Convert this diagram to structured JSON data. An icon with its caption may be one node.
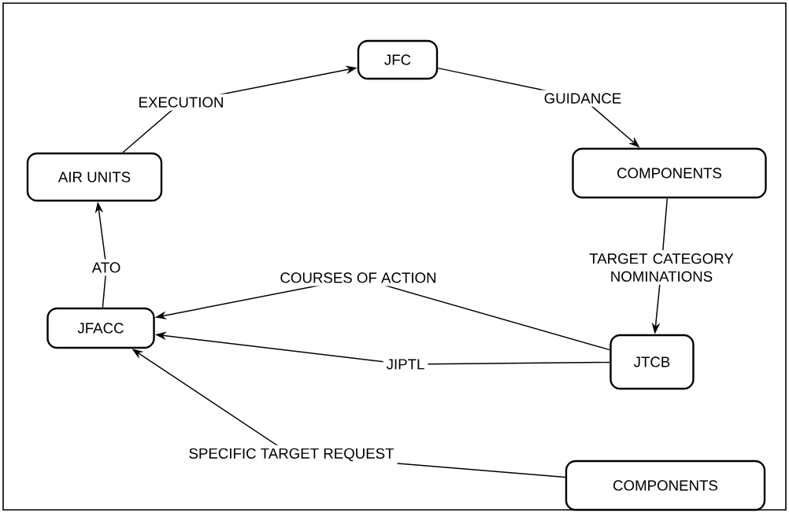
{
  "diagram": {
    "nodes": [
      {
        "text": [
          "JFC"
        ]
      },
      {
        "text": [
          "COMPONENTS"
        ]
      },
      {
        "text": [
          "AIR UNITS"
        ]
      },
      {
        "text": [
          "JFACC"
        ]
      },
      {
        "text": [
          "JTCB"
        ]
      },
      {
        "text": [
          "COMPONENTS"
        ]
      }
    ],
    "edges": [
      {
        "from": 2,
        "to": 0,
        "arrow": "to",
        "label": "EXECUTION"
      },
      {
        "from": 0,
        "to": 1,
        "arrow": "to",
        "label": "GUIDANCE"
      },
      {
        "from": 1,
        "to": 4,
        "arrow": "to",
        "label": "TARGET CATEGORY NOMINATIONS"
      },
      {
        "from": 4,
        "to": 3,
        "arrow": "to",
        "label": "COURSES OF ACTION"
      },
      {
        "from": 4,
        "to": 3,
        "arrow": "to",
        "label": "JIPTL"
      },
      {
        "from": 5,
        "to": 3,
        "arrow": "to",
        "label": "SPECIFIC TARGET REQUEST"
      },
      {
        "from": 3,
        "to": 2,
        "arrow": "to",
        "label": "ATO"
      }
    ]
  }
}
